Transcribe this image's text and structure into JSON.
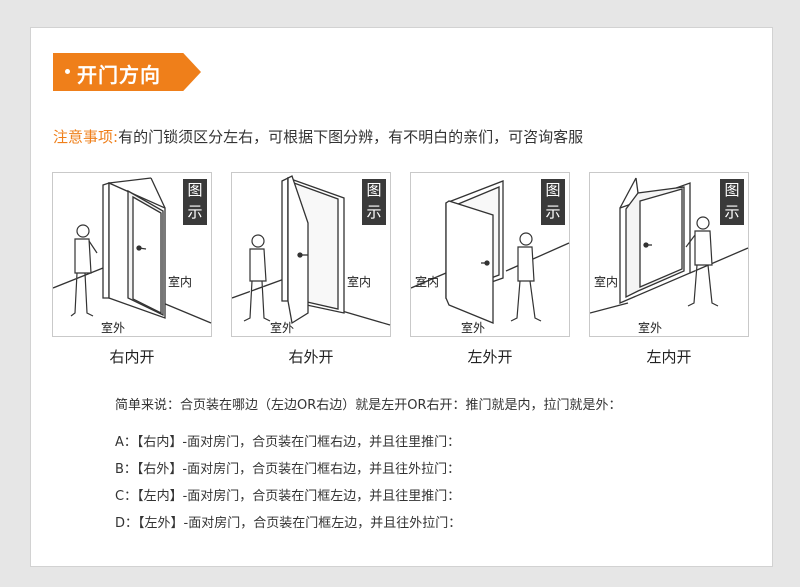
{
  "header": {
    "title": "开门方向"
  },
  "notice": {
    "label": "注意事项:",
    "text": "有的门锁须区分左右，可根据下图分辨，有不明白的亲们，可咨询客服"
  },
  "badge": {
    "top": "图",
    "bottom": "示"
  },
  "panels": [
    {
      "caption": "右内开",
      "indoor": "室内",
      "outdoor": "室外"
    },
    {
      "caption": "右外开",
      "indoor": "室内",
      "outdoor": "室外"
    },
    {
      "caption": "左外开",
      "indoor": "室内",
      "outdoor": "室外"
    },
    {
      "caption": "左内开",
      "indoor": "室内",
      "outdoor": "室外"
    }
  ],
  "summary": "简单来说：合页装在哪边（左边OR右边）就是左开OR右开：推门就是内，拉门就是外：",
  "rules": [
    "A：【右内】-面对房门，合页装在门框右边，并且往里推门：",
    "B：【右外】-面对房门，合页装在门框右边，并且往外拉门：",
    "C：【左内】-面对房门，合页装在门框左边，并且往里推门：",
    "D：【左外】-面对房门，合页装在门框左边，并且往外拉门："
  ],
  "colors": {
    "accent": "#ef7f1a",
    "badge": "#3a3a3a",
    "background": "#e6e6e6"
  }
}
